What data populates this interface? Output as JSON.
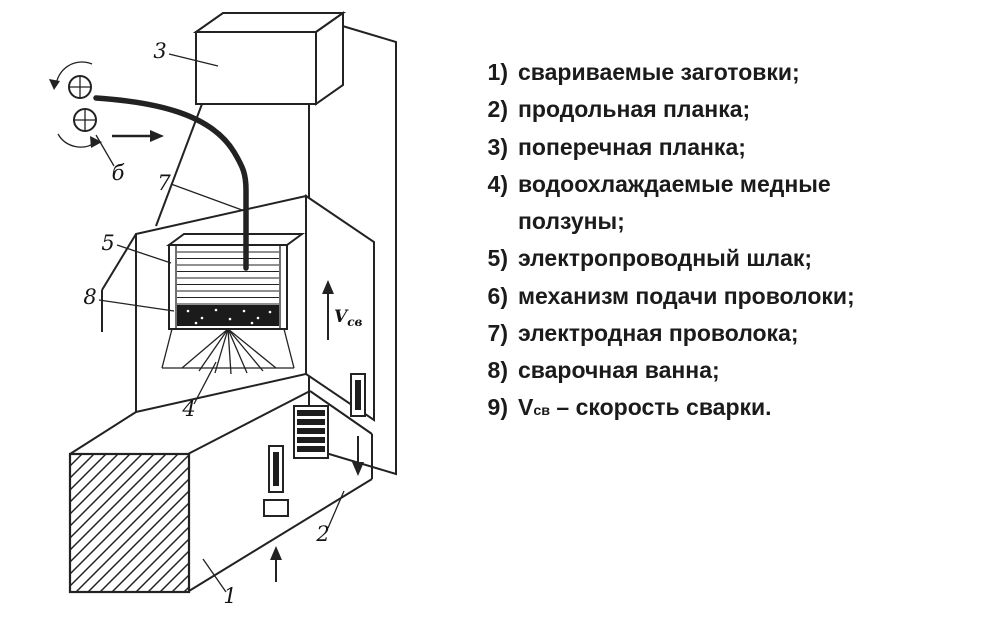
{
  "page": {
    "background": "#ffffff",
    "ink": "#222222"
  },
  "legend": {
    "items": [
      {
        "num": "1)",
        "text": "свариваемые заготовки;"
      },
      {
        "num": "2)",
        "text": "продольная планка;"
      },
      {
        "num": "3)",
        "text": "поперечная планка;"
      },
      {
        "num": "4)",
        "text": "водоохлаждаемые медные ползуны;"
      },
      {
        "num": "5)",
        "text": "электропроводный шлак;"
      },
      {
        "num": "6)",
        "text": "механизм подачи проволоки;"
      },
      {
        "num": "7)",
        "text": "электродная проволока;"
      },
      {
        "num": "8)",
        "text": "сварочная ванна;"
      },
      {
        "num": "9)",
        "v": "V",
        "sub": "св",
        "rest": " – скорость сварки."
      }
    ]
  },
  "diagram": {
    "labels": {
      "workpieces": "1",
      "longitudinal_bar": "2",
      "transverse_bar": "3",
      "copper_shoes": "4",
      "slag": "5",
      "wire_feed": "б",
      "electrode_wire": "7",
      "weld_pool": "8",
      "v": "V",
      "v_sub": "св"
    }
  }
}
